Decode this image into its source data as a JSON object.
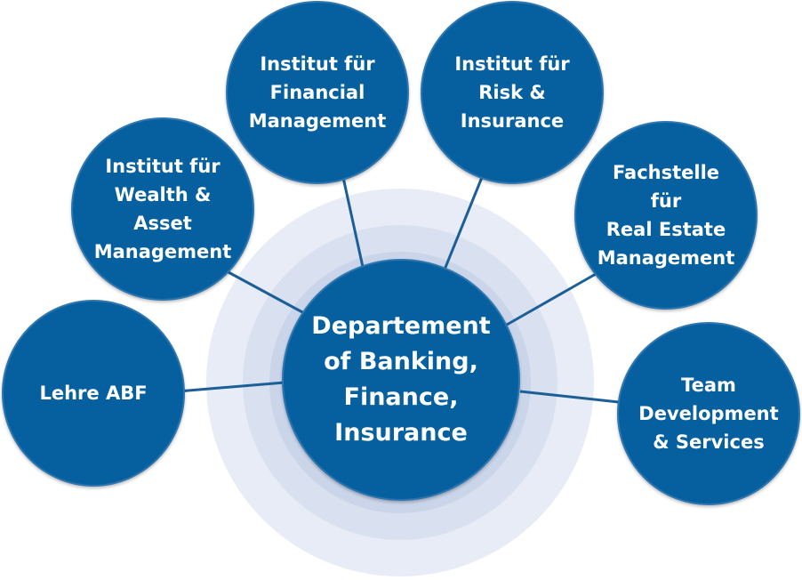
{
  "colors": {
    "node_fill": "#06609F",
    "node_stroke": "#2E76B0",
    "connector": "#1C5F97",
    "halo_outer": "#E7ECF6",
    "halo_middle": "#D9E1F0",
    "halo_inner": "#CAD5EA",
    "text": "#FFFFFF"
  },
  "center": {
    "label": "Departement\nof Banking,\nFinance,\nInsurance"
  },
  "units": [
    {
      "id": "lehre",
      "label": "Lehre ABF"
    },
    {
      "id": "wealth",
      "label": "Institut für\nWealth &\nAsset\nManagement"
    },
    {
      "id": "financial",
      "label": "Institut für\nFinancial\nManagement"
    },
    {
      "id": "risk",
      "label": "Institut für\nRisk &\nInsurance"
    },
    {
      "id": "realestate",
      "label": "Fachstelle\nfür\nReal Estate\nManagement"
    },
    {
      "id": "team",
      "label": "Team\nDevelopment\n& Services"
    }
  ]
}
